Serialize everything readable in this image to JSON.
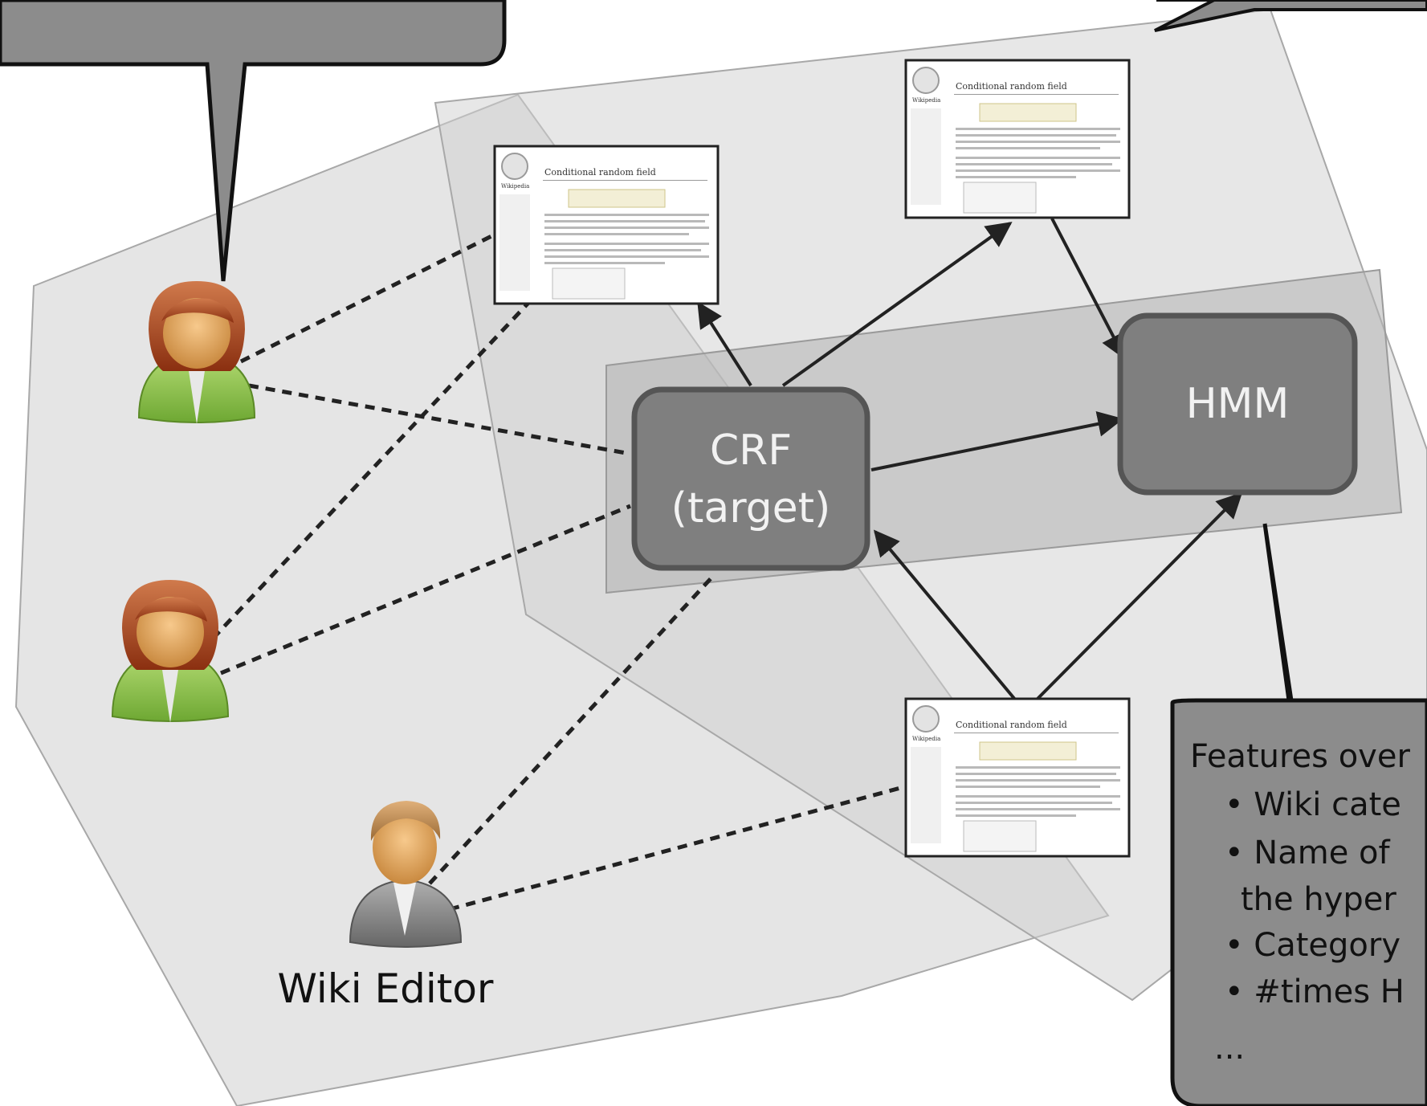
{
  "nodes": {
    "crf": {
      "line1": "CRF",
      "line2": "(target)"
    },
    "hmm": {
      "label": "HMM"
    }
  },
  "editor": {
    "label": "Wiki Editor"
  },
  "wiki_thumbnail": {
    "title": "Conditional random field",
    "logo_text": "Wikipedia"
  },
  "features_callout": {
    "heading": "Features over",
    "bullets": [
      "• Wiki cate",
      "• Name of",
      "the hyper",
      "• Category",
      "• #times H"
    ],
    "ellipsis": "..."
  },
  "colors": {
    "node_fill": "#7f7f7f",
    "node_border": "#555555",
    "region_fill": "#cfcfcf",
    "callout_fill": "#8c8c8c",
    "user_shirt": "#8cc04a",
    "user_hair": "#9a3b17",
    "editor_shirt": "#8a8a8a"
  }
}
